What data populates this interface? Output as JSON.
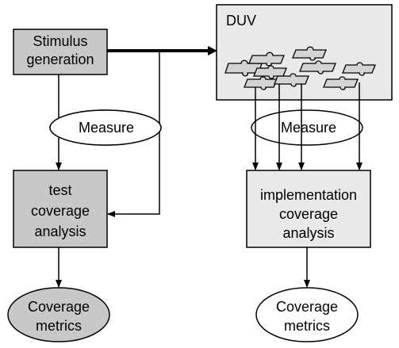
{
  "colors": {
    "stroke": "#000000",
    "box_fill_dark": "#c8c8c8",
    "box_fill_light": "#e9e9e9",
    "ellipse_fill_white": "#ffffff",
    "ellipse_fill_grey": "#c8c8c8",
    "background": "#ffffff"
  },
  "nodes": {
    "stimulus": {
      "line1": "Stimulus",
      "line2": "generation"
    },
    "duv": {
      "label": "DUV"
    },
    "measure_left": {
      "label": "Measure"
    },
    "measure_right": {
      "label": "Measure"
    },
    "test_analysis": {
      "line1": "test",
      "line2": "coverage",
      "line3": "analysis"
    },
    "impl_analysis": {
      "line1": "implementation",
      "line2": "coverage",
      "line3": "analysis"
    },
    "metrics_left": {
      "line1": "Coverage",
      "line2": "metrics"
    },
    "metrics_right": {
      "line1": "Coverage",
      "line2": "metrics"
    }
  },
  "icons": {
    "duv_contents": "puzzle-pieces"
  }
}
